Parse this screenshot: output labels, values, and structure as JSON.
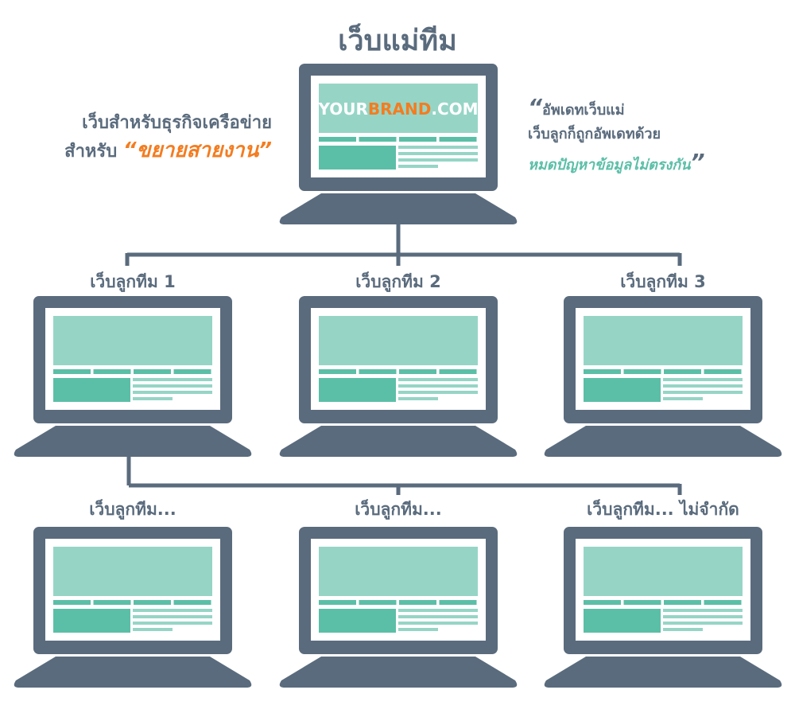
{
  "title": "เว็บแม่ทีม",
  "left_text": {
    "line1": "เว็บสำหรับธุรกิจเครือข่าย",
    "line2_prefix": "สำหรับ",
    "highlight": "“ขยายสายงาน”"
  },
  "right_text": {
    "open_quote": "“",
    "line1": "อัพเดทเว็บแม่",
    "line2": "เว็บลูกก็ถูกอัพเดทด้วย",
    "line3": "หมดปัญหาข้อมูลไม่ตรงกัน",
    "close_quote": "”"
  },
  "brand": {
    "part1": "YOUR",
    "part2": "BRAND",
    "part3": ".COM"
  },
  "children": [
    "เว็บลูกทีม 1",
    "เว็บลูกทีม 2",
    "เว็บลูกทีม 3",
    "เว็บลูกทีม...",
    "เว็บลูกทีม...",
    "เว็บลูกทีม... ไม่จำกัด"
  ],
  "colors": {
    "dark": "#5a6b7d",
    "mint": "#96d5c6",
    "green": "#5bbfa7",
    "orange": "#f47c20"
  }
}
